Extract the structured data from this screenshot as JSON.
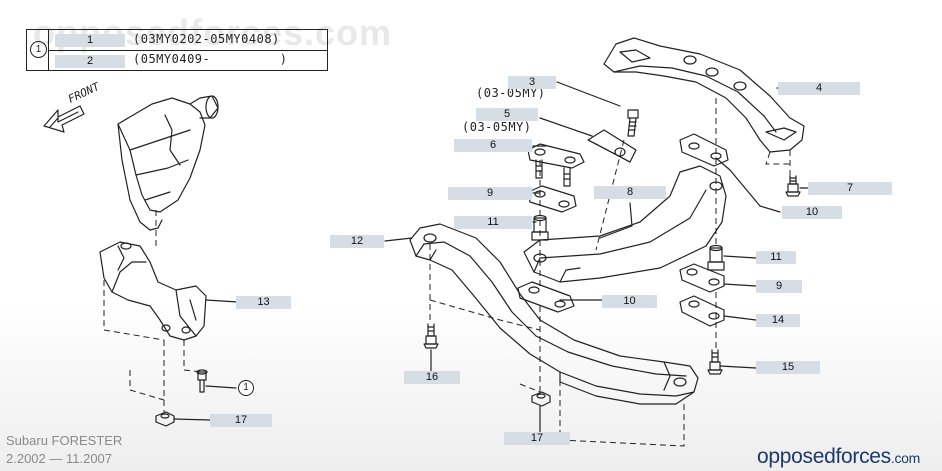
{
  "watermark": "opposedforces.com",
  "variant_table": {
    "ref_symbol": "1",
    "rows": [
      {
        "label": "1",
        "range": "(03MY0202-05MY0408)"
      },
      {
        "label": "2",
        "range": "(05MY0409-         )"
      }
    ]
  },
  "front_label": "FRONT",
  "model_codes": {
    "bolt": "(03-05MY)",
    "plate": "(03-05MY)"
  },
  "callouts": {
    "c1": "3",
    "c2": "4",
    "c3": "5",
    "c4": "6",
    "c5": "7",
    "c6": "9",
    "c7": "10",
    "c8": "11",
    "c9": "8",
    "c10": "12",
    "c11": "11",
    "c12": "13",
    "c13": "10",
    "c14": "9",
    "c15": "14",
    "c16": "15",
    "c17": "16",
    "c18": "17",
    "c19": "17"
  },
  "ref_mark": "1",
  "footer": {
    "model": "Subaru FORESTER",
    "years": "2.2002 — 11.2007",
    "brand_part1": "opposed",
    "brand_part2": "forces",
    "brand_part3": ".com"
  },
  "colors": {
    "label_bg": "#d7dde5",
    "line": "#222222",
    "brand": "#1b3a6b"
  }
}
